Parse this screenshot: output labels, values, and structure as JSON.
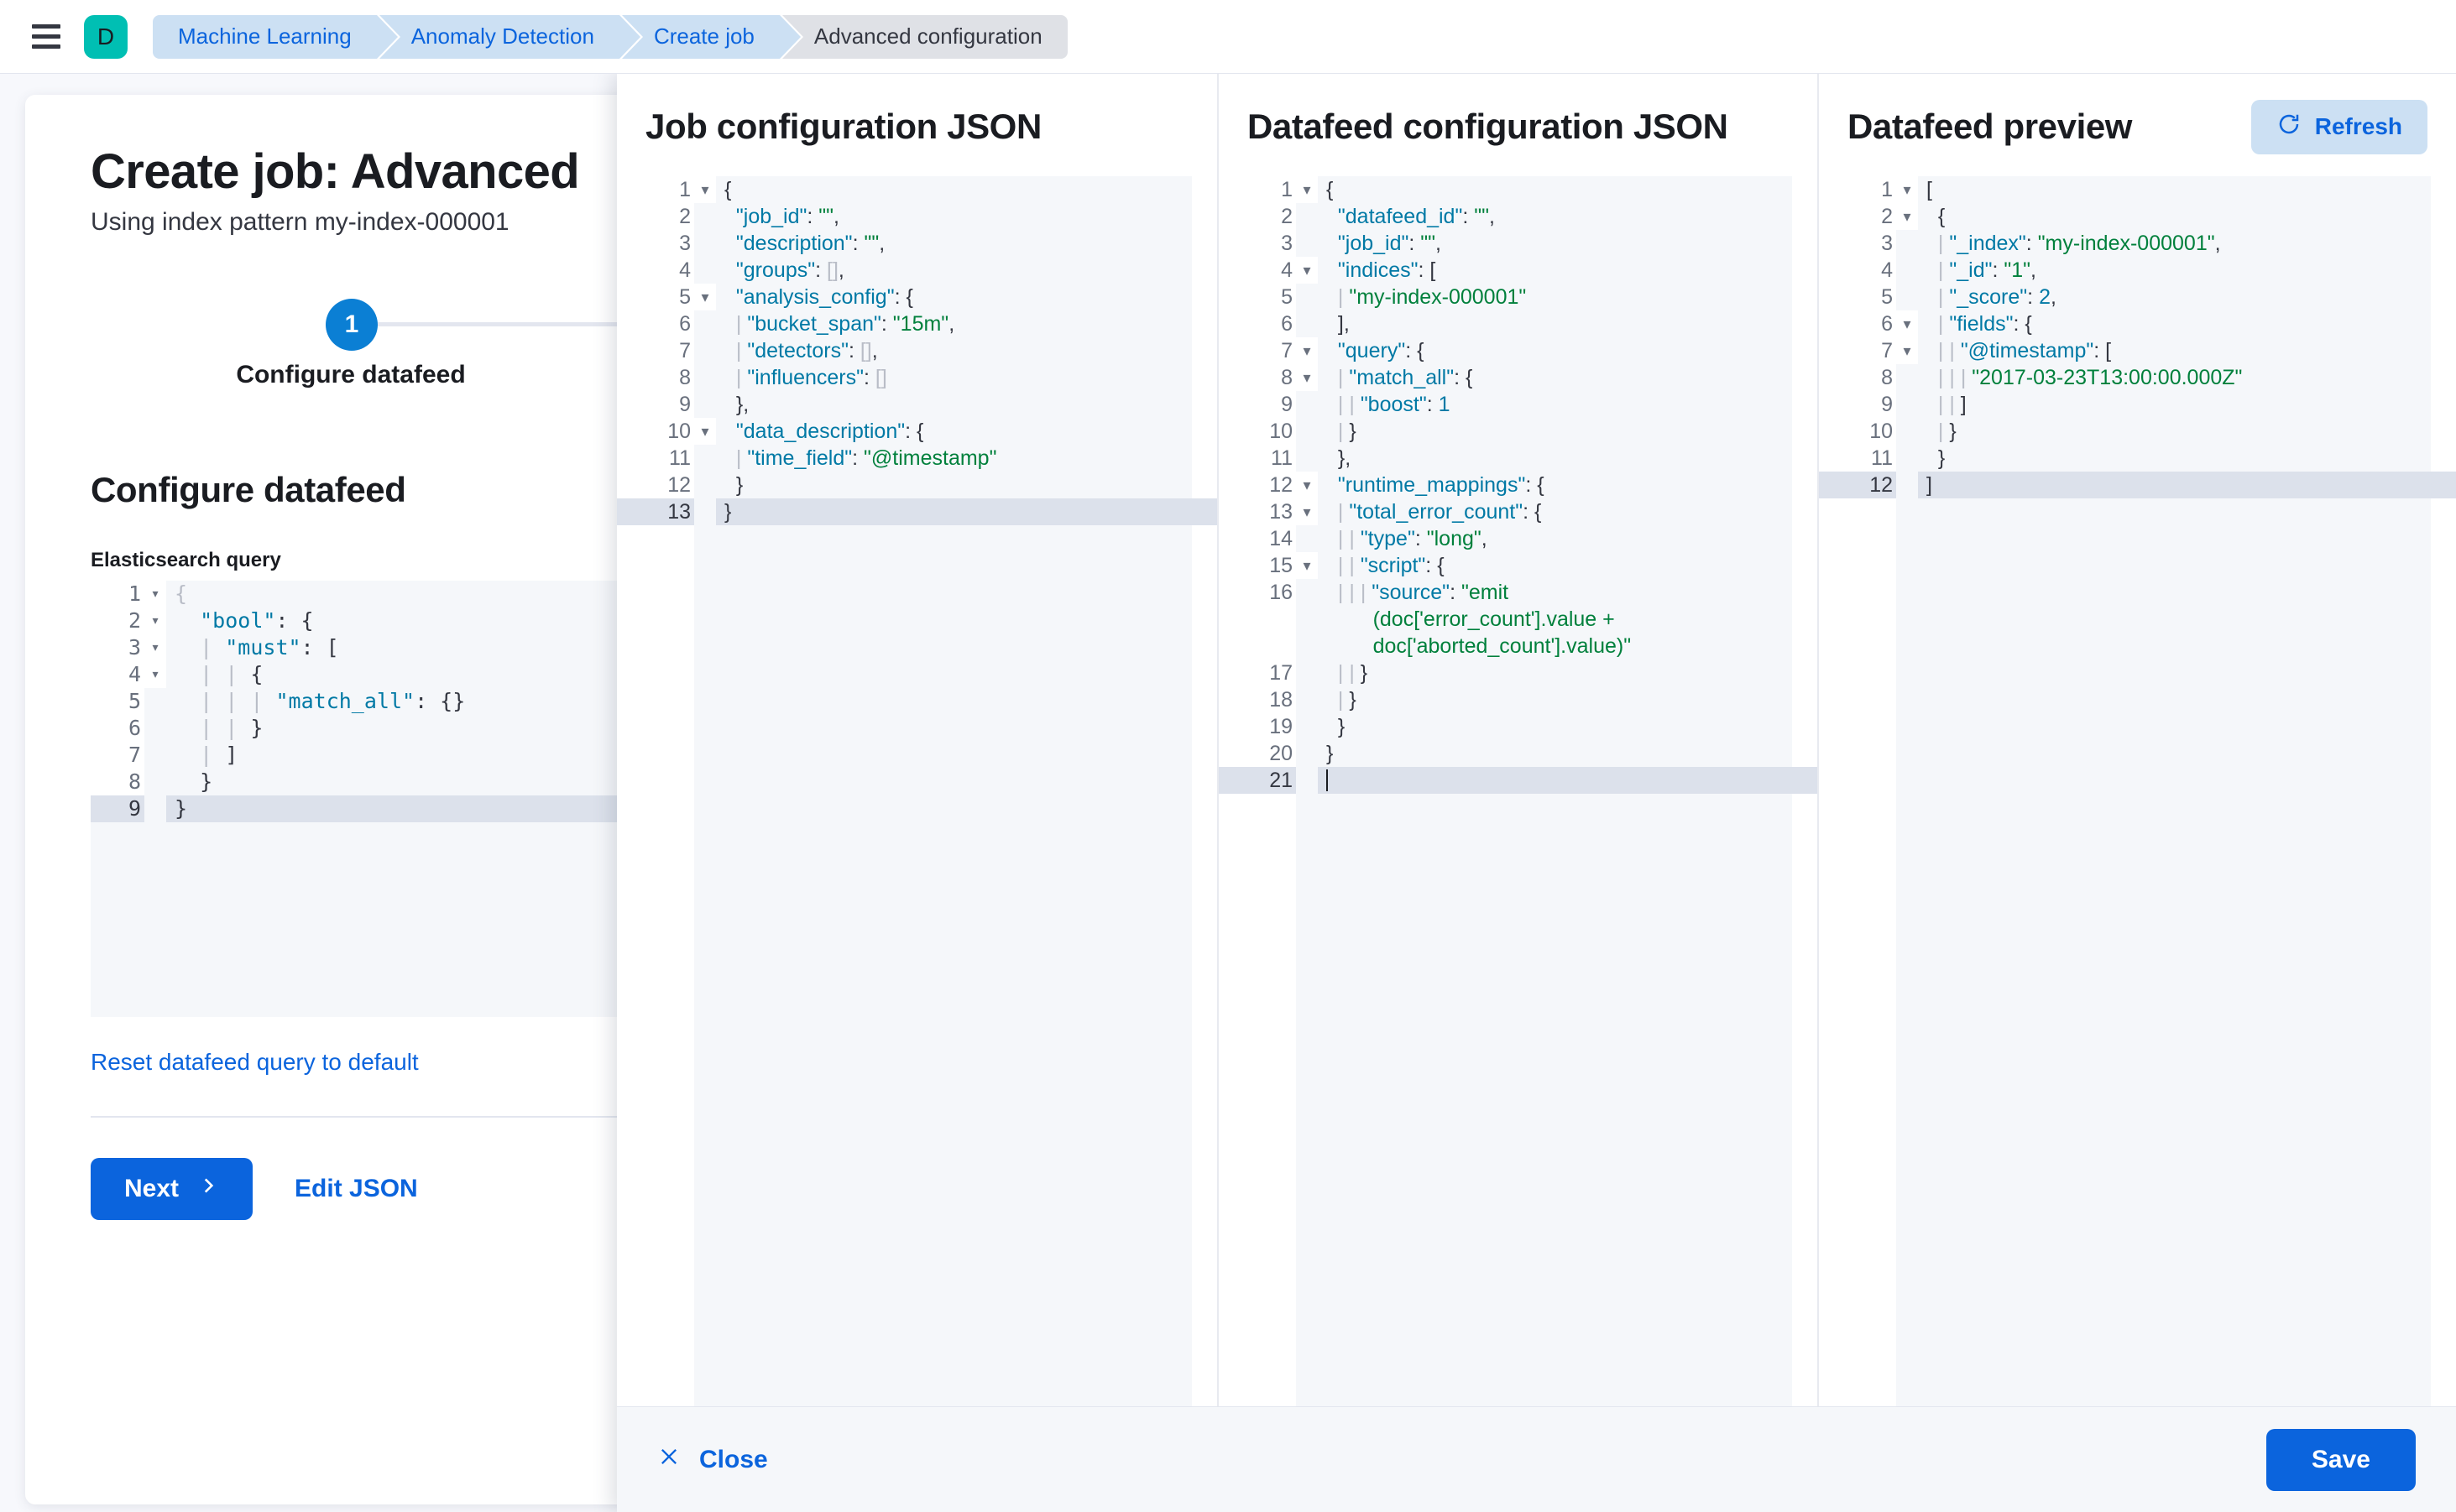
{
  "topnav": {
    "menu_icon": "hamburger-icon",
    "space_avatar_letter": "D",
    "breadcrumbs": [
      {
        "label": "Machine Learning",
        "active": false
      },
      {
        "label": "Anomaly Detection",
        "active": false
      },
      {
        "label": "Create job",
        "active": false
      },
      {
        "label": "Advanced configuration",
        "active": true
      }
    ]
  },
  "page": {
    "title": "Create job: Advanced",
    "subtitle": "Using index pattern my-index-000001",
    "step_number": "1",
    "step_label": "Configure datafeed",
    "section_title": "Configure datafeed",
    "field_label": "Elasticsearch query",
    "reset_link": "Reset datafeed query to default",
    "next_label": "Next",
    "next_icon": "chevron-right-icon",
    "edit_json_label": "Edit JSON",
    "query_editor": {
      "active_line": 9,
      "lines": [
        {
          "num": "1",
          "fold": true,
          "html": "<span class=\"g\">{</span>"
        },
        {
          "num": "2",
          "fold": true,
          "html": "  <span class=\"k\">\"bool\"</span>: {"
        },
        {
          "num": "3",
          "fold": true,
          "html": "  <span class=\"g\">|</span> <span class=\"k\">\"must\"</span>: ["
        },
        {
          "num": "4",
          "fold": true,
          "html": "  <span class=\"g\">|</span> <span class=\"g\">|</span> {"
        },
        {
          "num": "5",
          "fold": false,
          "html": "  <span class=\"g\">|</span> <span class=\"g\">|</span> <span class=\"g\">|</span> <span class=\"k\">\"match_all\"</span>: {}"
        },
        {
          "num": "6",
          "fold": false,
          "html": "  <span class=\"g\">|</span> <span class=\"g\">|</span> }"
        },
        {
          "num": "7",
          "fold": false,
          "html": "  <span class=\"g\">|</span> ]"
        },
        {
          "num": "8",
          "fold": false,
          "html": "  }"
        },
        {
          "num": "9",
          "fold": false,
          "html": "}"
        }
      ]
    }
  },
  "flyout": {
    "columns": [
      {
        "id": "job-configuration-json",
        "title": "Job configuration JSON",
        "active_line": 13,
        "lines": [
          {
            "num": "1",
            "fold": true,
            "html": "{"
          },
          {
            "num": "2",
            "fold": false,
            "html": "  <span class=\"k\">\"job_id\"</span>: <span class=\"s\">\"\"</span>,"
          },
          {
            "num": "3",
            "fold": false,
            "html": "  <span class=\"k\">\"description\"</span>: <span class=\"s\">\"\"</span>,"
          },
          {
            "num": "4",
            "fold": false,
            "html": "  <span class=\"k\">\"groups\"</span>: <span class=\"g\">[]</span>,"
          },
          {
            "num": "5",
            "fold": true,
            "html": "  <span class=\"k\">\"analysis_config\"</span>: {"
          },
          {
            "num": "6",
            "fold": false,
            "html": "  <span class=\"g\">|</span> <span class=\"k\">\"bucket_span\"</span>: <span class=\"s\">\"15m\"</span>,"
          },
          {
            "num": "7",
            "fold": false,
            "html": "  <span class=\"g\">|</span> <span class=\"k\">\"detectors\"</span>: <span class=\"g\">[]</span>,"
          },
          {
            "num": "8",
            "fold": false,
            "html": "  <span class=\"g\">|</span> <span class=\"k\">\"influencers\"</span>: <span class=\"g\">[]</span>"
          },
          {
            "num": "9",
            "fold": false,
            "html": "  },"
          },
          {
            "num": "10",
            "fold": true,
            "html": "  <span class=\"k\">\"data_description\"</span>: {"
          },
          {
            "num": "11",
            "fold": false,
            "html": "  <span class=\"g\">|</span> <span class=\"k\">\"time_field\"</span>: <span class=\"s\">\"@timestamp\"</span>"
          },
          {
            "num": "12",
            "fold": false,
            "html": "  }"
          },
          {
            "num": "13",
            "fold": false,
            "html": "}"
          }
        ]
      },
      {
        "id": "datafeed-configuration-json",
        "title": "Datafeed configuration JSON",
        "active_line": 21,
        "lines": [
          {
            "num": "1",
            "fold": true,
            "html": "{"
          },
          {
            "num": "2",
            "fold": false,
            "html": "  <span class=\"k\">\"datafeed_id\"</span>: <span class=\"s\">\"\"</span>,"
          },
          {
            "num": "3",
            "fold": false,
            "html": "  <span class=\"k\">\"job_id\"</span>: <span class=\"s\">\"\"</span>,"
          },
          {
            "num": "4",
            "fold": true,
            "html": "  <span class=\"k\">\"indices\"</span>: ["
          },
          {
            "num": "5",
            "fold": false,
            "html": "  <span class=\"g\">|</span> <span class=\"s\">\"my-index-000001\"</span>"
          },
          {
            "num": "6",
            "fold": false,
            "html": "  ],"
          },
          {
            "num": "7",
            "fold": true,
            "html": "  <span class=\"k\">\"query\"</span>: {"
          },
          {
            "num": "8",
            "fold": true,
            "html": "  <span class=\"g\">|</span> <span class=\"k\">\"match_all\"</span>: {"
          },
          {
            "num": "9",
            "fold": false,
            "html": "  <span class=\"g\">|</span> <span class=\"g\">|</span> <span class=\"k\">\"boost\"</span>: <span class=\"n\">1</span>"
          },
          {
            "num": "10",
            "fold": false,
            "html": "  <span class=\"g\">|</span> }"
          },
          {
            "num": "11",
            "fold": false,
            "html": "  },"
          },
          {
            "num": "12",
            "fold": true,
            "html": "  <span class=\"k\">\"runtime_mappings\"</span>: {"
          },
          {
            "num": "13",
            "fold": true,
            "html": "  <span class=\"g\">|</span> <span class=\"k\">\"total_error_count\"</span>: {"
          },
          {
            "num": "14",
            "fold": false,
            "html": "  <span class=\"g\">|</span> <span class=\"g\">|</span> <span class=\"k\">\"type\"</span>: <span class=\"s\">\"long\"</span>,"
          },
          {
            "num": "15",
            "fold": true,
            "html": "  <span class=\"g\">|</span> <span class=\"g\">|</span> <span class=\"k\">\"script\"</span>: {"
          },
          {
            "num": "16",
            "fold": false,
            "wrap": true,
            "html": "  <span class=\"g\">|</span> <span class=\"g\">|</span> <span class=\"g\">|</span> <span class=\"k\">\"source\"</span>: <span class=\"s\">\"emit</span>\n        <span class=\"s\">(doc['error_count'].value +</span>\n        <span class=\"s\">doc['aborted_count'].value)\"</span>"
          },
          {
            "num": "17",
            "fold": false,
            "html": "  <span class=\"g\">|</span> <span class=\"g\">|</span> }"
          },
          {
            "num": "18",
            "fold": false,
            "html": "  <span class=\"g\">|</span> }"
          },
          {
            "num": "19",
            "fold": false,
            "html": "  }"
          },
          {
            "num": "20",
            "fold": false,
            "html": "}"
          },
          {
            "num": "21",
            "fold": false,
            "cursor": true,
            "html": ""
          }
        ]
      },
      {
        "id": "datafeed-preview",
        "title": "Datafeed preview",
        "refresh_label": "Refresh",
        "refresh_icon": "refresh-icon",
        "active_line": 12,
        "lines": [
          {
            "num": "1",
            "fold": true,
            "html": "["
          },
          {
            "num": "2",
            "fold": true,
            "html": "  {"
          },
          {
            "num": "3",
            "fold": false,
            "html": "  <span class=\"g\">|</span> <span class=\"k\">\"_index\"</span>: <span class=\"s\">\"my-index-000001\"</span>,"
          },
          {
            "num": "4",
            "fold": false,
            "html": "  <span class=\"g\">|</span> <span class=\"k\">\"_id\"</span>: <span class=\"s\">\"1\"</span>,"
          },
          {
            "num": "5",
            "fold": false,
            "html": "  <span class=\"g\">|</span> <span class=\"k\">\"_score\"</span>: <span class=\"n\">2</span>,"
          },
          {
            "num": "6",
            "fold": true,
            "html": "  <span class=\"g\">|</span> <span class=\"k\">\"fields\"</span>: {"
          },
          {
            "num": "7",
            "fold": true,
            "html": "  <span class=\"g\">|</span> <span class=\"g\">|</span> <span class=\"k\">\"@timestamp\"</span>: ["
          },
          {
            "num": "8",
            "fold": false,
            "html": "  <span class=\"g\">|</span> <span class=\"g\">|</span> <span class=\"g\">|</span> <span class=\"s\">\"2017-03-23T13:00:00.000Z\"</span>"
          },
          {
            "num": "9",
            "fold": false,
            "html": "  <span class=\"g\">|</span> <span class=\"g\">|</span> ]"
          },
          {
            "num": "10",
            "fold": false,
            "html": "  <span class=\"g\">|</span> }"
          },
          {
            "num": "11",
            "fold": false,
            "html": "  }"
          },
          {
            "num": "12",
            "fold": false,
            "html": "]"
          }
        ]
      }
    ],
    "footer": {
      "close_label": "Close",
      "close_icon": "close-icon",
      "save_label": "Save"
    }
  },
  "colors": {
    "accent_blue": "#0B64DD",
    "space_teal": "#00BFB3",
    "breadcrumb_blue": "#CCE0F3",
    "breadcrumb_grey": "#DFE1E6",
    "json_key": "#0079A5",
    "json_string": "#00803C"
  }
}
